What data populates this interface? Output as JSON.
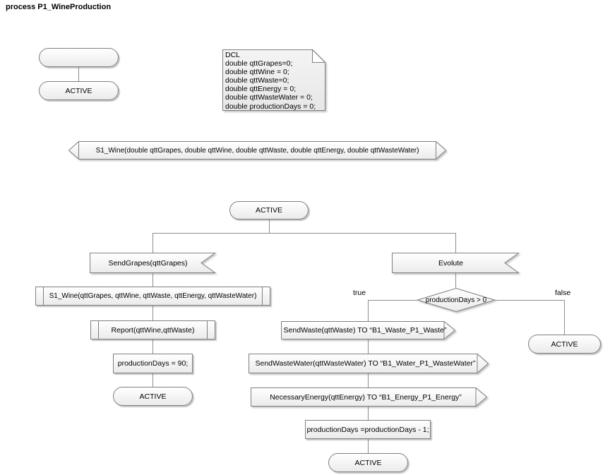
{
  "title": "process P1_WineProduction",
  "colors": {
    "shape_border": "#7f7f7f",
    "connector": "#8c8c8c",
    "shape_fill_top": "#ffffff",
    "shape_fill_bottom": "#ebebeb",
    "note_fill_top": "#f4f4f4",
    "note_fill_bottom": "#e7e7e7",
    "text": "#000000"
  },
  "initial_flow": {
    "start_state_label": "",
    "active_state": "ACTIVE"
  },
  "declaration_note": {
    "lines": [
      "DCL",
      "double qttGrapes=0;",
      "double qttWine = 0;",
      "double qttWaste=0;",
      "double qttEnergy = 0;",
      "double qttWasteWater = 0;",
      "double productionDays = 0;"
    ]
  },
  "signal_definition": "S1_Wine(double qttGrapes, double qttWine, double qttWaste, double qttEnergy, double qttWasteWater)",
  "dispatch_state": "ACTIVE",
  "grapes_branch": {
    "output_send_grapes": "SendGrapes(qttGrapes)",
    "procedure_s1_wine": "S1_Wine(qttGrapes, qttWine, qttWaste, qttEnergy, qttWasteWater)",
    "procedure_report": "Report(qttWine,qttWaste)",
    "task_set_days": "productionDays = 90;",
    "next_state": "ACTIVE"
  },
  "evolute_branch": {
    "input_evolute": "Evolute",
    "decision": "productionDays > 0",
    "true_label": "true",
    "false_label": "false",
    "send_waste": "SendWaste(qttWaste) TO “B1_Waste_P1_Waste”",
    "send_waste_water": "SendWasteWater(qttWasteWater) TO “B1_Water_P1_WasteWater”",
    "send_energy": "NecessaryEnergy(qttEnergy) TO “B1_Energy_P1_Energy”",
    "task_decrement": "productionDays =productionDays - 1;",
    "true_next_state": "ACTIVE",
    "false_next_state": "ACTIVE"
  }
}
